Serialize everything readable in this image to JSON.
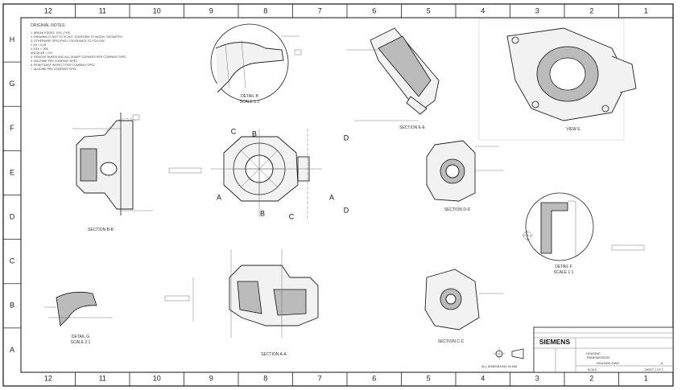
{
  "columns": [
    "12",
    "11",
    "10",
    "9",
    "8",
    "7",
    "6",
    "5",
    "4",
    "3",
    "2",
    "1"
  ],
  "rows": [
    "H",
    "G",
    "F",
    "E",
    "D",
    "C",
    "B",
    "A"
  ],
  "notes": {
    "title": "ORIGINAL NOTES:",
    "lines": [
      "1. BREAK EDGES .XXX (TYP)",
      "2. DRAWING IS NOT TO SCALE. CONFORM TO MODEL GEOMETRY",
      "3. OTHERWISE SPECIFIED, TOLERANCE TO FOLLOW:",
      "   X.XX = 0.05",
      "   X.XXX = .005",
      "   ANGULAR = 0.5°",
      "4. REMOVE BURRS AND ALL SHARP CORNERS PER COMPANY SPEC",
      "5. MACHINE PER COMPANY SPEC",
      "6. PENETRANT INSPECT PER COMPANY SPEC",
      "7. ALODINE PER COMPANY SPEC"
    ]
  },
  "views": {
    "detail_b": {
      "name": "DETAIL B",
      "scale": "SCALE 1:1"
    },
    "section_e": {
      "name": "SECTION E-E"
    },
    "view_e": {
      "name": "VIEW E"
    },
    "section_b": {
      "name": "SECTION B-B"
    },
    "section_d": {
      "name": "SECTION D-D"
    },
    "detail_f": {
      "name": "DETAIL F",
      "scale": "SCALE 1:1"
    },
    "section_a": {
      "name": "SECTION A-A"
    },
    "section_c": {
      "name": "SECTION C-C"
    },
    "detail_g": {
      "name": "DETAIL G",
      "scale": "SCALE 2:1"
    }
  },
  "cut_labels": {
    "a": "A",
    "b": "B",
    "c": "C",
    "d": "D"
  },
  "projection_note": "ALL DIMENSIONS IN MM",
  "title_block": {
    "brand": "SIEMENS",
    "title_line1": "HOUSING",
    "title_line2": "TRANSMISSION",
    "drawing_no": "HOUSING-DWG",
    "size": "A",
    "sheet": "SHEET 1 OF 1",
    "scale": "SCALE"
  }
}
